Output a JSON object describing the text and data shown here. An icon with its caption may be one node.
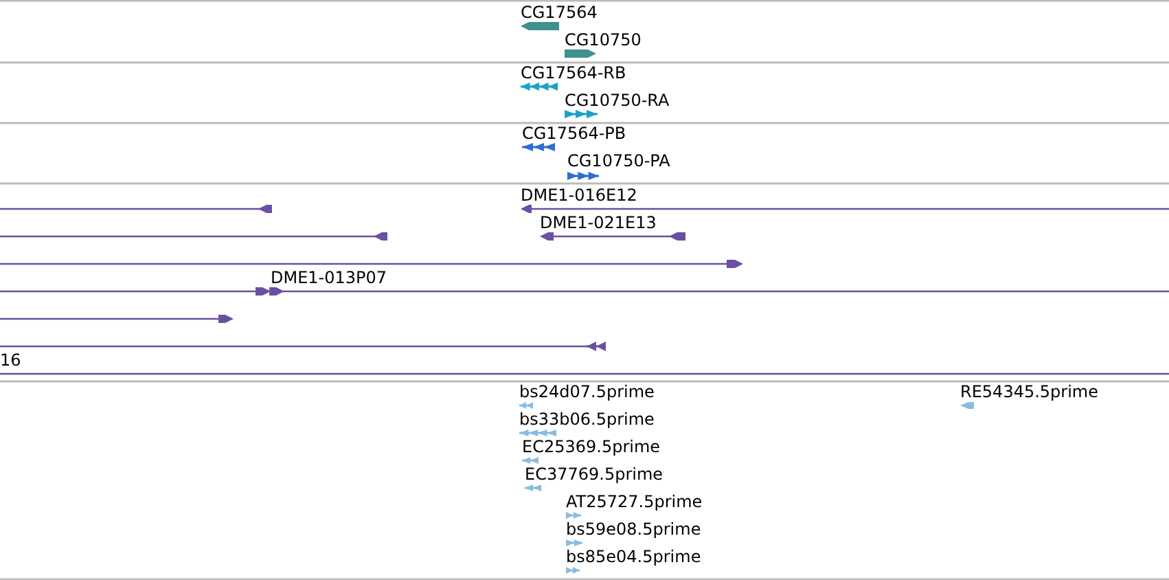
{
  "diagram": {
    "labels": [
      "CG17564",
      "CG10750",
      "CG17564-RB",
      "CG10750-RA",
      "CG17564-PB",
      "CG10750-PA",
      "DME1-016E12",
      "DME1-021E13",
      "DME1-013P07",
      "16",
      "bs24d07.5prime",
      "RE54345.5prime",
      "bs33b06.5prime",
      "EC25369.5prime",
      "EC37769.5prime",
      "AT25727.5prime",
      "bs59e08.5prime",
      "bs85e04.5prime"
    ]
  }
}
